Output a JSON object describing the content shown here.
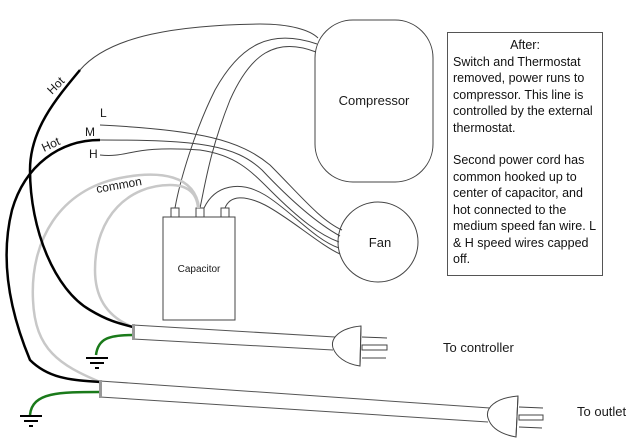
{
  "diagram": {
    "components": {
      "compressor": "Compressor",
      "fan": "Fan",
      "capacitor": "Capacitor"
    },
    "wire_labels": {
      "hot_top": "Hot",
      "hot_mid": "Hot",
      "low": "L",
      "medium": "M",
      "high": "H",
      "common": "common"
    },
    "plug_labels": {
      "controller": "To controller",
      "outlet": "To outlet"
    },
    "note": {
      "title": "After:",
      "paragraph1": "Switch and Thermostat removed, power runs to compressor. This line is controlled by the external thermostat.",
      "paragraph2": "Second power cord has common hooked up to center of capacitor, and hot connected to the medium speed fan wire. L & H speed wires capped off."
    },
    "colors": {
      "hot_wire": "#000000",
      "common_wire": "#c8c8c8",
      "ground_wire": "#1a7a1a",
      "thin_wire": "#444444"
    }
  }
}
